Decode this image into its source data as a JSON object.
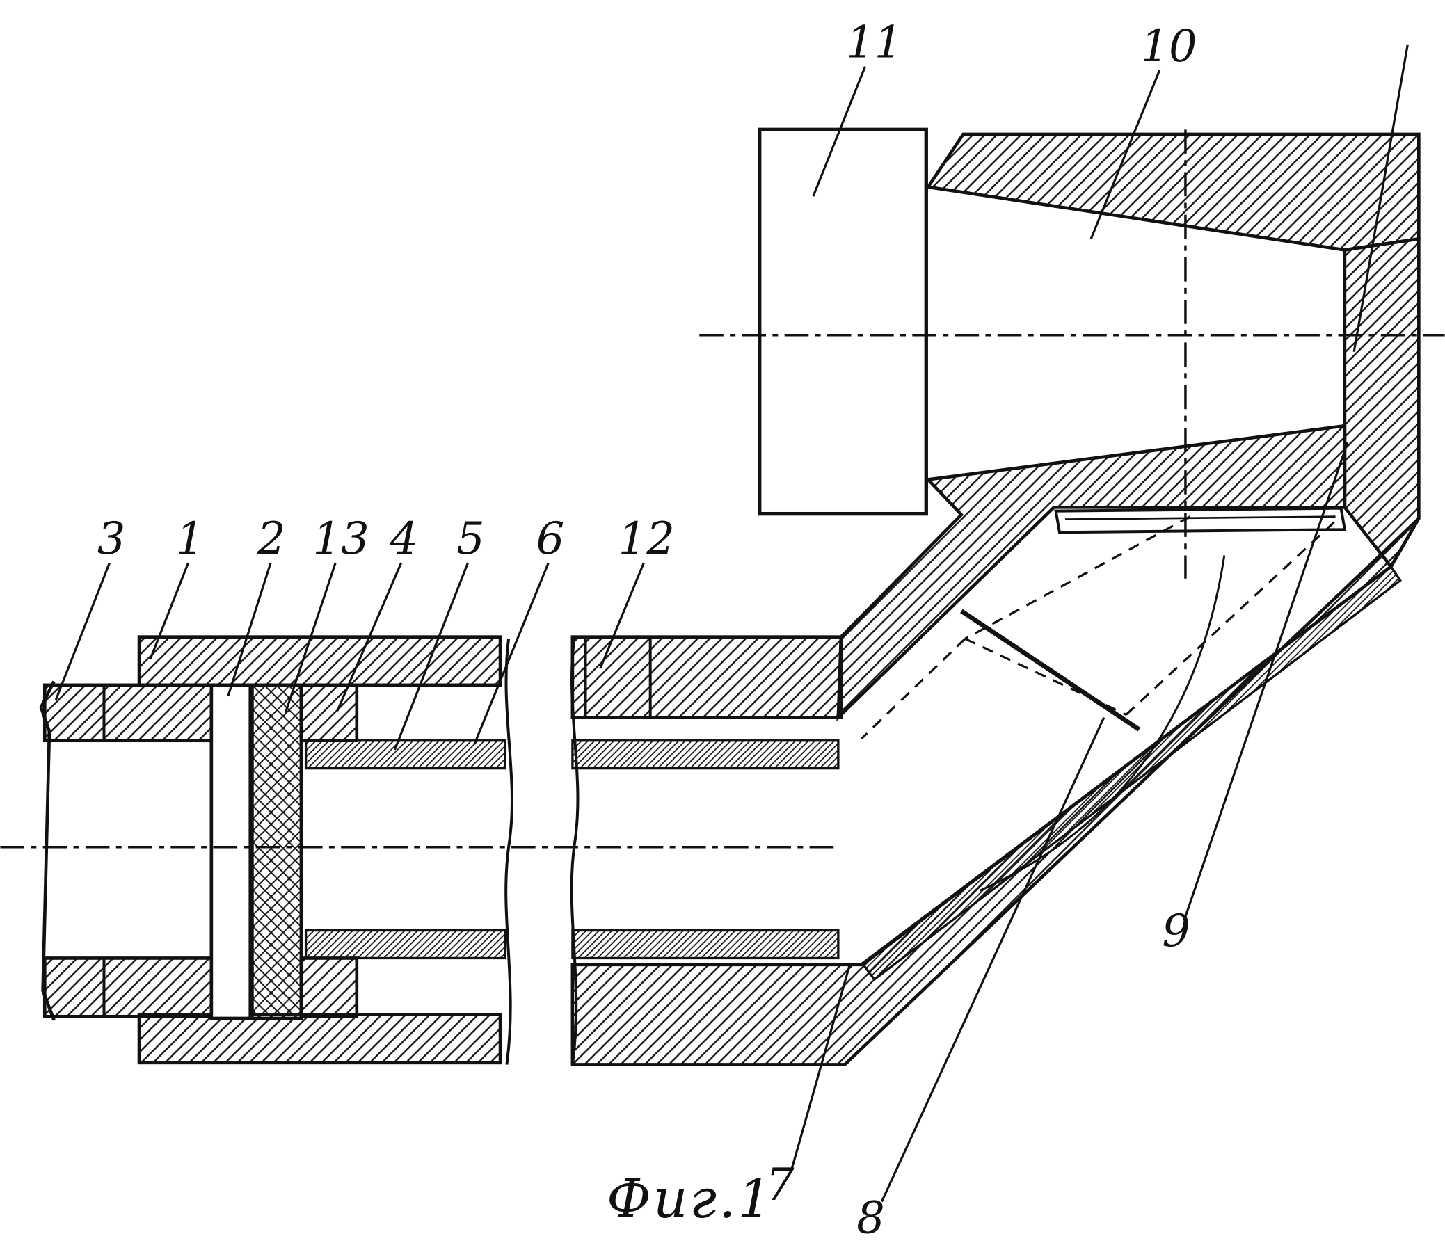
{
  "colors": {
    "ink": "#111111",
    "paper": "#ffffff"
  },
  "caption": "Фиг.1",
  "callouts": [
    {
      "label": "3"
    },
    {
      "label": "1"
    },
    {
      "label": "2"
    },
    {
      "label": "13"
    },
    {
      "label": "4"
    },
    {
      "label": "5"
    },
    {
      "label": "6"
    },
    {
      "label": "12"
    },
    {
      "label": "11"
    },
    {
      "label": "10"
    },
    {
      "label": "9"
    },
    {
      "label": "7"
    },
    {
      "label": "8"
    }
  ]
}
